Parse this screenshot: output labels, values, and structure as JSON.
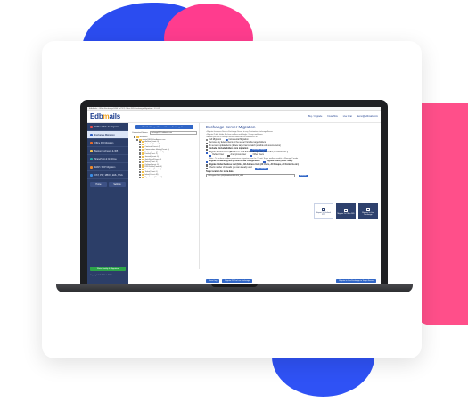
{
  "window": {
    "title": "EdbMails - Office Exchange EDB To PST, Office 365 Exchange Migration - 1.1.4.2"
  },
  "header": {
    "logo_text_1": "Edb",
    "logo_text_2": "ails",
    "links": [
      "Buy / Upgrade",
      "Know How",
      "Live Chat",
      "demo@edbmails.com"
    ]
  },
  "sidebar": {
    "items": [
      {
        "label": "EDB to PST / Ex Migration"
      },
      {
        "label": "Exchange Migration"
      },
      {
        "label": "Office 365 Migration"
      },
      {
        "label": "Backup Exchange & 365"
      },
      {
        "label": "SharePoint & OneDrive"
      },
      {
        "label": "IMAP / POP Migration"
      },
      {
        "label": "OST, PST, MBOX, EML, MSG"
      }
    ],
    "home_label": "Home",
    "settings_label": "Settings",
    "status_label": "Write Quality & Migration",
    "copyright": "Copyright © EdbMails 2022"
  },
  "tree": {
    "connect_button": "Click To Change / Connect Source Exchange Server",
    "server_label": "Connected Server",
    "server_value": "exchange2019.edbmails.com",
    "root": "Mailboxes",
    "items": [
      "admin@EXCH.edbmails.com",
      "Archive(Count: 0)",
      "Calendar(Count: 8)",
      "Contacts(Count: 4)",
      "Conversation History(Count: 0)",
      "Deleted Items(Count: 1)",
      "Drafts(Count: 2)",
      "Journal(Count: 0)",
      "Junk Email(Count: 0)",
      "Notes(Count: 0)",
      "Outbox(Count: 0)",
      "RSS Feeds(Count: 0)",
      "Sent Items(Count: 6)",
      "Tasks(Count: 0)",
      "Inbox(Count: 48)",
      "Sync Issues(Count: 0)"
    ]
  },
  "content": {
    "title": "Exchange Server Migration",
    "bullets": [
      "• Migrate from your Source Exchange Server to any Destination Exchange Server",
      "• Migrate Public folder, Archive mailbox and Single / Group mailboxes",
      "• At time you will to change server certificates for EdbMails.PST"
    ],
    "full_migration": "Full Migration",
    "incremental_migration": "Incremental Migration",
    "remove_items": "Remove any deleted items in the server from the target folders",
    "auto_map": "To set auto update items (delete target items match possible with source items)",
    "exclude": "Exclude / Include folders from migration",
    "exclude_btn": "Exclude / Select",
    "permissions": "Migrate Permissions (Mailboxes and Folders Recipients, Calendar, Contacts etc.)",
    "default_user": "Default User",
    "anonymous_user": "Anonymous User",
    "other_users": "Other Users",
    "note": "Note : To perform mailbox permissions migration, use the 'Create' Super mailbox module in Manage 2 mode",
    "forwarding": "Migrate Forwarding and prohibit email configuration",
    "rules": "Migrate Rules (Inbox rules)",
    "gal": "Migrate Global Address List (GAL), All Address lists (All Users, All Groups, All Contacts etc.)",
    "thread": "Check number of threads you can already used",
    "thread_btn": "Set Threads",
    "temp_label": "Temp location for meta data",
    "temp_path": "C:\\Program Files (x86)\\EdbMails\\REDIRS_HDR",
    "browse_btn": "Browse",
    "tiles": [
      {
        "label": "Export To Outlook PST"
      },
      {
        "label": "Migrate To Office 365"
      },
      {
        "label": "Migrate To Live Exchange"
      }
    ],
    "bottom_left": "Show Log",
    "bottom_middle": "Migrate PST to Live Exchange",
    "bottom_right": "Migrate to Live Exchange to Target Server"
  }
}
